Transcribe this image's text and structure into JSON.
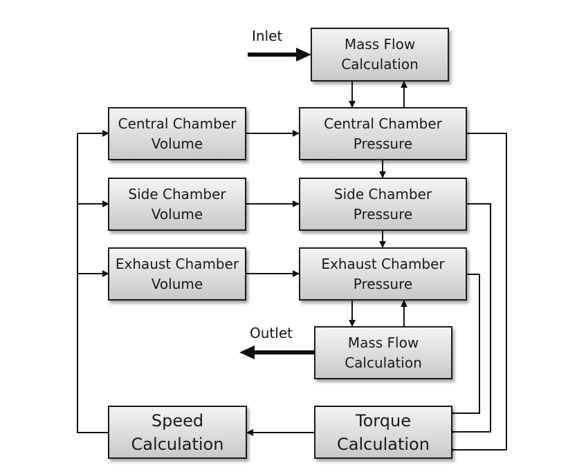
{
  "diagram": {
    "blocks": {
      "mass_flow_in": [
        "Mass Flow",
        "Calculation"
      ],
      "central_volume": [
        "Central Chamber",
        "Volume"
      ],
      "central_pressure": [
        "Central Chamber",
        "Pressure"
      ],
      "side_volume": [
        "Side Chamber",
        "Volume"
      ],
      "side_pressure": [
        "Side Chamber",
        "Pressure"
      ],
      "exhaust_volume": [
        "Exhaust Chamber",
        "Volume"
      ],
      "exhaust_pressure": [
        "Exhaust Chamber",
        "Pressure"
      ],
      "mass_flow_out": [
        "Mass Flow",
        "Calculation"
      ],
      "speed": [
        "Speed",
        "Calculation"
      ],
      "torque": [
        "Torque",
        "Calculation"
      ]
    },
    "labels": {
      "inlet": "Inlet",
      "outlet": "Outlet"
    },
    "connections": [
      {
        "from": "inlet",
        "to": "mass_flow_in"
      },
      {
        "from": "mass_flow_in",
        "to": "central_pressure"
      },
      {
        "from": "central_pressure",
        "to": "mass_flow_in"
      },
      {
        "from": "central_volume",
        "to": "central_pressure"
      },
      {
        "from": "side_volume",
        "to": "side_pressure"
      },
      {
        "from": "exhaust_volume",
        "to": "exhaust_pressure"
      },
      {
        "from": "central_pressure",
        "to": "side_pressure"
      },
      {
        "from": "side_pressure",
        "to": "exhaust_pressure"
      },
      {
        "from": "exhaust_pressure",
        "to": "mass_flow_out"
      },
      {
        "from": "mass_flow_out",
        "to": "exhaust_pressure"
      },
      {
        "from": "mass_flow_out",
        "to": "outlet"
      },
      {
        "from": "central_pressure",
        "to": "torque"
      },
      {
        "from": "side_pressure",
        "to": "torque"
      },
      {
        "from": "exhaust_pressure",
        "to": "torque"
      },
      {
        "from": "torque",
        "to": "speed"
      },
      {
        "from": "speed",
        "to": "central_volume"
      },
      {
        "from": "speed",
        "to": "side_volume"
      },
      {
        "from": "speed",
        "to": "exhaust_volume"
      }
    ]
  }
}
